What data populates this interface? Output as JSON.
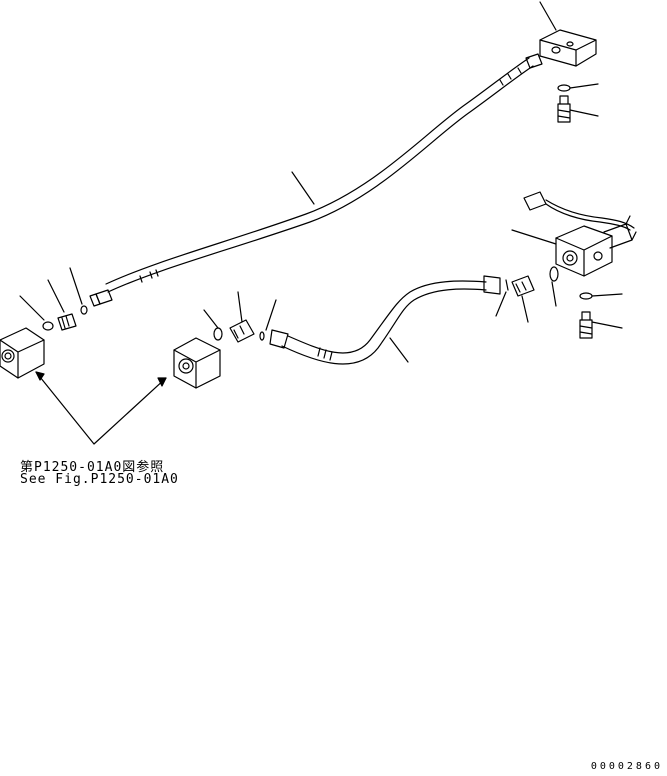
{
  "reference": {
    "japanese": "第P1250-01A0図参照",
    "english": "See Fig.P1250-01A0"
  },
  "document_number": "00002860",
  "colors": {
    "line": "#000000",
    "background": "#ffffff"
  }
}
